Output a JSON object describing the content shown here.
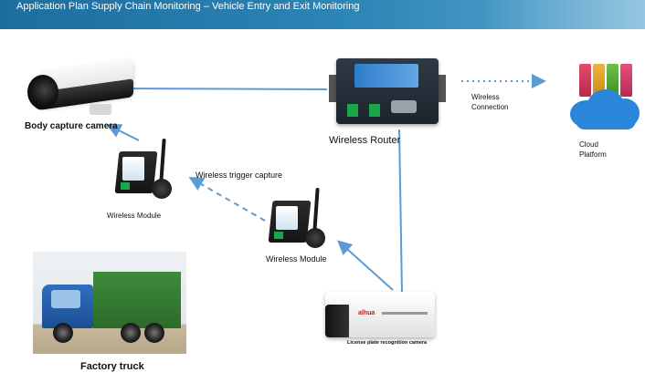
{
  "header": {
    "title": "Application Plan Supply Chain Monitoring – Vehicle Entry and Exit Monitoring"
  },
  "nodes": {
    "body_camera": {
      "label": "Body capture camera",
      "icon": "bullet-camera"
    },
    "wireless_router": {
      "label": "Wireless Router",
      "icon": "industrial-router"
    },
    "wireless_connection": {
      "label": "Wireless\nConnection"
    },
    "cloud_platform": {
      "label": "Cloud\nPlatform",
      "icon": "cloud-servers"
    },
    "wireless_module_1": {
      "label": "Wireless Module",
      "icon": "wireless-module"
    },
    "wireless_module_2": {
      "label": "Wireless Module",
      "icon": "wireless-module"
    },
    "wireless_trigger": {
      "label": "Wireless trigger capture"
    },
    "factory_truck": {
      "label": "Factory truck",
      "icon": "truck-photo"
    },
    "lpr_camera": {
      "label": "License plate recognition camera",
      "icon": "lpr-camera",
      "brand": "alhua"
    }
  },
  "colors": {
    "header": "#2c86b6",
    "connector": "#5b9bd5",
    "router_screen": "#2e7cc9",
    "cloud": "#2a86d8",
    "truck_tarp": "#3f8a3c",
    "truck_cab": "#2f6fc0"
  }
}
